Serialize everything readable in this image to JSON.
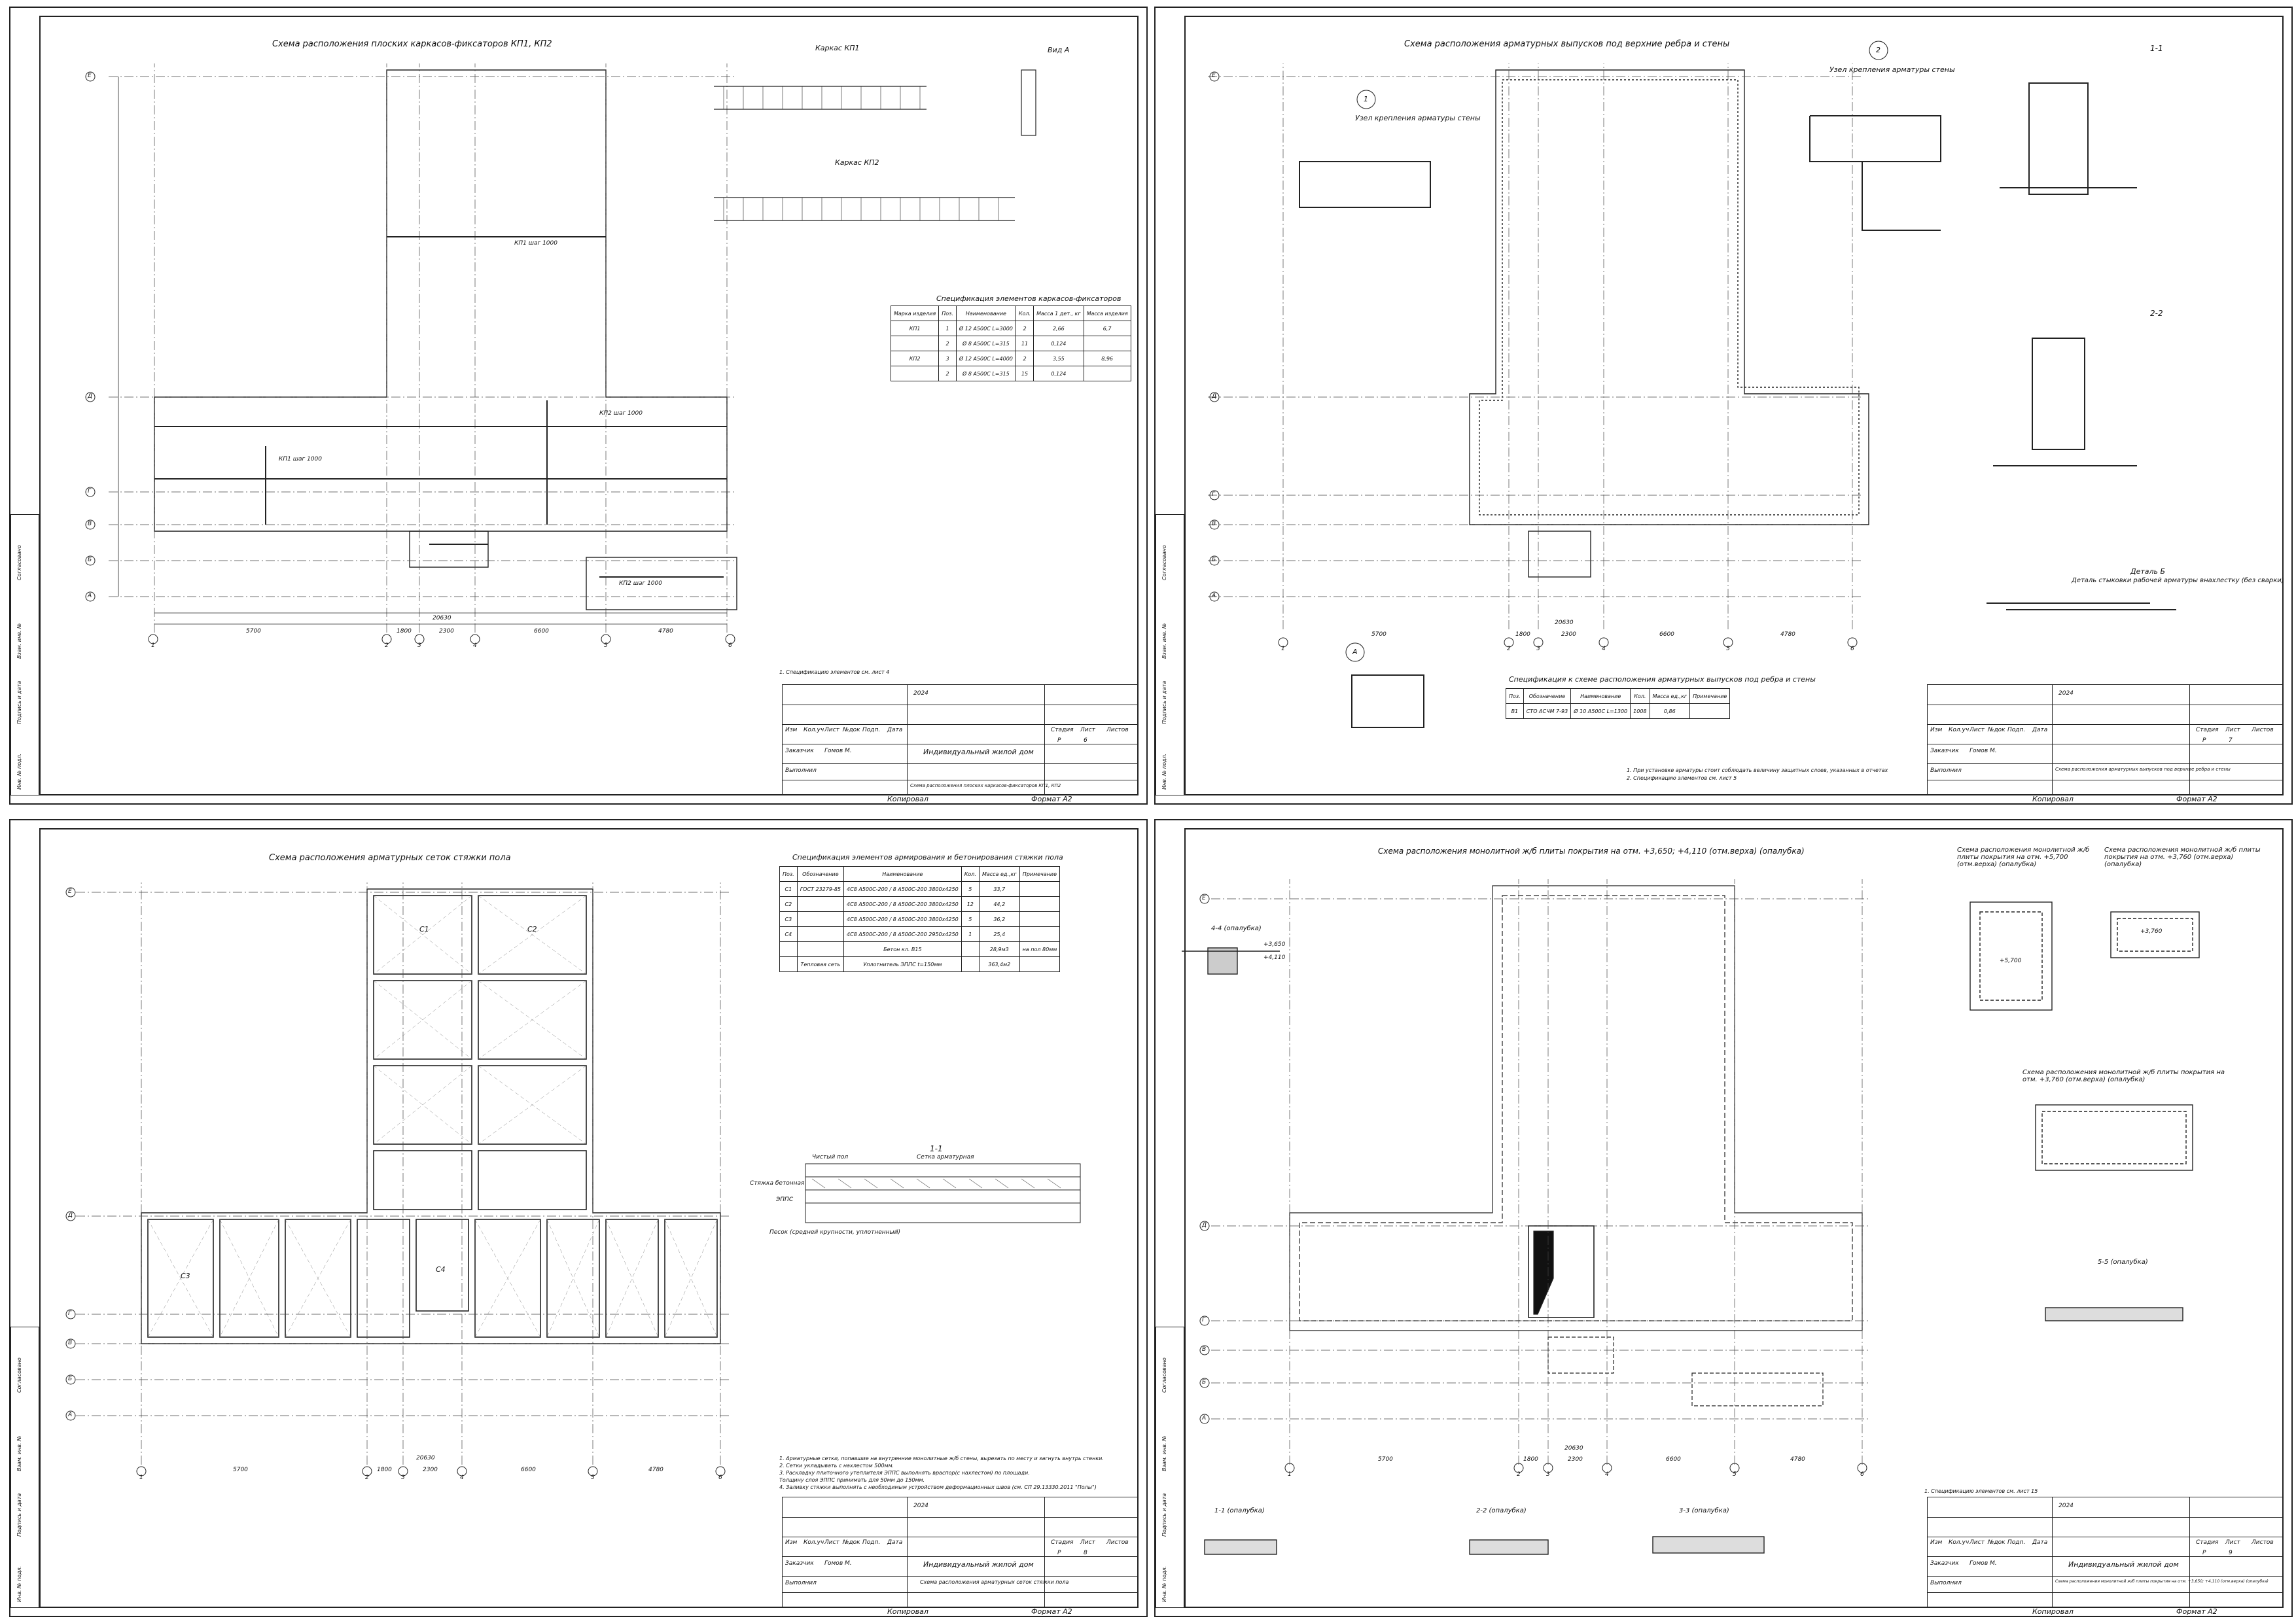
{
  "sheets": [
    {
      "id": "s1",
      "main_title": "Схема расположения плоских каркасов-фиксаторов КП1, КП2",
      "side_titles": [
        "Каркас КП1",
        "Каркас КП2",
        "Вид А"
      ],
      "spec_title": "Спецификация элементов каркасов-фиксаторов",
      "spec_headers": [
        "Марка изделия",
        "Поз.",
        "Наименование",
        "Кол.",
        "Масса 1 дет., кг",
        "Масса изделия"
      ],
      "spec_rows": [
        [
          "КП1",
          "1",
          "Ø 12 А500С    L=3000",
          "2",
          "2,66",
          "6,7"
        ],
        [
          "",
          "2",
          "Ø 8 А500С    L=315",
          "11",
          "0,124",
          ""
        ],
        [
          "КП2",
          "3",
          "Ø 12 А500С    L=4000",
          "2",
          "3,55",
          "8,96"
        ],
        [
          "",
          "2",
          "Ø 8 А500С    L=315",
          "15",
          "0,124",
          ""
        ]
      ],
      "axes_h": [
        "1",
        "2",
        "3",
        "4",
        "5",
        "6"
      ],
      "axes_v": [
        "Е",
        "Д",
        "Г",
        "В",
        "Б",
        "А"
      ],
      "dims_bottom": [
        "5700",
        "1800",
        "2300",
        "6600",
        "4780"
      ],
      "dim_total": "20630",
      "kp_labels": [
        "КП1 шаг 1000",
        "КП2 шаг 1000",
        "КП1 шаг 1000",
        "КП2 шаг 1000"
      ],
      "notes": [
        "1. Спецификацию элементов см. лист 4"
      ],
      "sheet_no": "6",
      "sheet_desc": "Схема расположения плоских каркасов-фиксаторов КП1, КП2"
    },
    {
      "id": "s2",
      "main_title": "Схема расположения арматурных выпусков под верхние ребра и стены",
      "side_titles": [
        "Узел крепления арматуры стены",
        "Узел крепления арматуры стены",
        "1-1",
        "2-2",
        "Деталь Б",
        "Деталь стыковки рабочей арматуры внахлестку (без сварки)",
        "А"
      ],
      "callouts": [
        "1",
        "2"
      ],
      "spec_title": "Спецификация к схеме расположения арматурных выпусков под ребра и стены",
      "spec_headers": [
        "Поз.",
        "Обозначение",
        "Наименование",
        "Кол.",
        "Масса ед.,кг",
        "Примечание"
      ],
      "spec_rows": [
        [
          "В1",
          "СТО АСЧМ 7-93",
          "Ø 10 А500С   L=1300",
          "1008",
          "0,86",
          ""
        ]
      ],
      "axes_h": [
        "1",
        "2",
        "3",
        "4",
        "5",
        "6"
      ],
      "axes_v": [
        "Е",
        "Д",
        "Г",
        "В",
        "Б",
        "А"
      ],
      "dims_bottom": [
        "5700",
        "1800",
        "2300",
        "6600",
        "4780"
      ],
      "dim_total": "20630",
      "notes": [
        "1. При установке арматуры стоит соблюдать величину защитных слоев, указанных в отчетах",
        "2. Спецификацию элементов см. лист 5"
      ],
      "sheet_no": "7",
      "sheet_desc": "Схема расположения арматурных выпусков под верхние ребра и стены"
    },
    {
      "id": "s3",
      "main_title": "Схема расположения арматурных сеток стяжки пола",
      "spec_title": "Спецификация элементов армирования и бетонирования стяжки пола",
      "spec_headers": [
        "Поз.",
        "Обозначение",
        "Наименование",
        "Кол.",
        "Масса ед.,кг",
        "Примечание"
      ],
      "spec_rows": [
        [
          "С1",
          "ГОСТ 23279-85",
          "4С8 А500С-200 / 8 А500С-200  3800х4250",
          "5",
          "33,7",
          ""
        ],
        [
          "С2",
          "",
          "4С8 А500С-200 / 8 А500С-200  3800х4250",
          "12",
          "44,2",
          ""
        ],
        [
          "С3",
          "",
          "4С8 А500С-200 / 8 А500С-200  3800х4250",
          "5",
          "36,2",
          ""
        ],
        [
          "С4",
          "",
          "4С8 А500С-200 / 8 А500С-200  2950х4250",
          "1",
          "25,4",
          ""
        ],
        [
          "",
          "",
          "Бетон кл. В15",
          "",
          "28,9м3",
          "на пол 80мм"
        ],
        [
          "",
          "Тепловая сеть",
          "Уплотнитель ЭППС  t=150мм",
          "",
          "363,4м2",
          ""
        ]
      ],
      "section_title": "1-1",
      "section_labels": [
        "Чистый пол",
        "Сетка арматурная",
        "Стяжка бетонная",
        "ЭППС",
        "Песок (средней крупности, уплотненный)"
      ],
      "grid_labels": [
        "С1",
        "С2",
        "С3",
        "С4"
      ],
      "axes_h": [
        "1",
        "2",
        "3",
        "4",
        "5",
        "6"
      ],
      "axes_v": [
        "Е",
        "Д",
        "Г",
        "В",
        "Б",
        "А"
      ],
      "dims_bottom": [
        "5700",
        "1800",
        "2300",
        "6600",
        "4780"
      ],
      "dim_total": "20630",
      "notes": [
        "1. Арматурные сетки, попавшие на внутренние монолитные ж/б стены, вырезать по месту и загнуть внутрь стенки.",
        "2. Сетки укладывать с нахлестом 500мм.",
        "3. Раскладку плиточного утеплителя ЭППС выполнять враспор(с нахлестом) по площади.",
        "   Толщину слоя ЭППС принимать для 50мм до 150мм.",
        "4. Заливку стяжки выполнять с необходимым устройством деформационных швов (см. СП 29.13330.2011 \"Полы\")"
      ],
      "sheet_no": "8",
      "sheet_desc": "Схема расположения арматурных сеток стяжки пола"
    },
    {
      "id": "s4",
      "main_title": "Схема расположения монолитной ж/б плиты покрытия  на отм. +3,650; +4,110 (отм.верха) (опалубка)",
      "side_titles": [
        "Схема расположения монолитной ж/б плиты покрытия на отм. +5,700 (отм.верха) (опалубка)",
        "Схема расположения монолитной ж/б плиты покрытия на отм. +3,760 (отм.верха) (опалубка)",
        "Схема расположения монолитной ж/б плиты покрытия на отм. +3,760 (отм.верха) (опалубка)",
        "4-4 (опалубка)",
        "5-5 (опалубка)",
        "1-1 (опалубка)",
        "2-2 (опалубка)",
        "3-3 (опалубка)"
      ],
      "level_marks": [
        "+3,650",
        "+4,110",
        "+5,700",
        "+3,760"
      ],
      "axes_h": [
        "1",
        "2",
        "3",
        "4",
        "5",
        "6"
      ],
      "axes_v": [
        "Е",
        "Д",
        "Г",
        "В",
        "Б",
        "А"
      ],
      "dims_bottom": [
        "5700",
        "1800",
        "2300",
        "6600",
        "4780"
      ],
      "dim_total": "20630",
      "notes": [
        "1. Спецификацию элементов см. лист 15"
      ],
      "sheet_no": "9",
      "sheet_desc": "Схема расположения монолитной ж/б плиты покрытия на отм. +3,650; +4,110 (отм.верха) (опалубка)"
    }
  ],
  "stamp": {
    "year": "2024",
    "col_heads": [
      "Изм",
      "Кол.уч",
      "Лист",
      "№док",
      "Подп.",
      "Дата"
    ],
    "roles": [
      "Заказчик",
      "Выполнил"
    ],
    "person": "Гомов М.",
    "object": "Индивидуальный жилой дом",
    "stage_heads": [
      "Стадия",
      "Лист",
      "Листов"
    ],
    "stage": "Р"
  },
  "leftbox": [
    "Инв. № подл.",
    "Подпись и дата",
    "Взам. инв. №",
    "Согласовано"
  ],
  "footer": {
    "copied": "Копировал",
    "format": "Формат А2"
  }
}
